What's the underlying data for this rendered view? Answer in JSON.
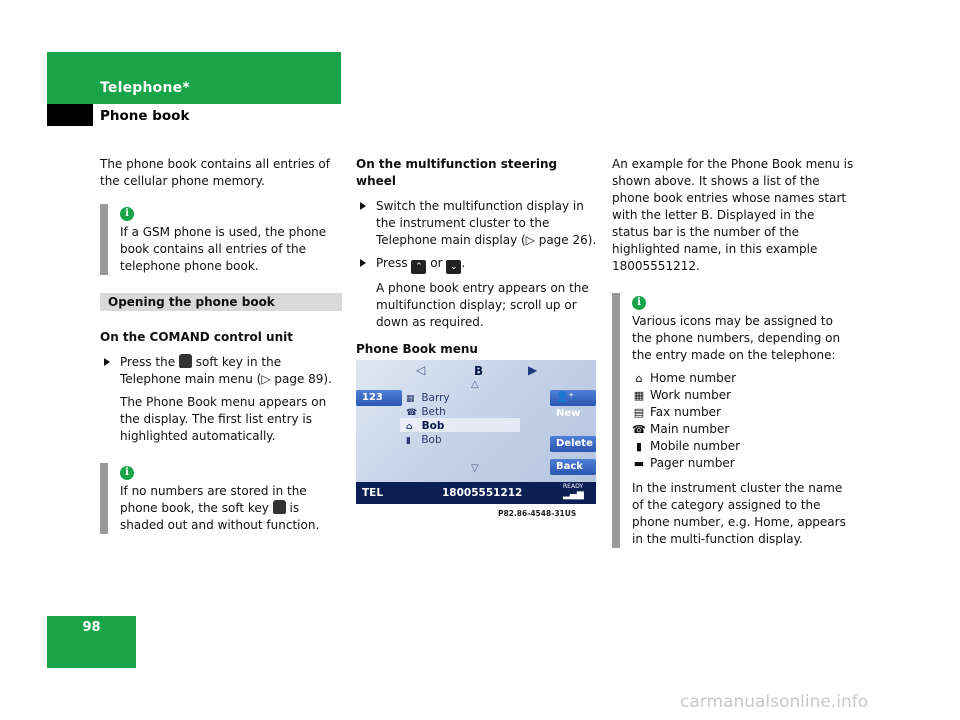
{
  "header": {
    "chapter": "Telephone*",
    "section": "Phone book"
  },
  "col1": {
    "intro": "The phone book contains all entries of the cellular phone memory.",
    "info1": "If a GSM phone is used, the phone book contains all entries of the telephone phone book.",
    "opening_heading": "Opening the phone book",
    "comand_heading": "On the COMAND control unit",
    "step1": "Press the soft key in the Telephone main menu (▷ page 89).",
    "step1_result": "The Phone Book menu appears on the display. The first list entry is highlighted automatically.",
    "info2": "If no numbers are stored in the phone book, the soft key is shaded out and without function."
  },
  "col2": {
    "msw_heading": "On the multifunction steering wheel",
    "step1": "Switch the multifunction display in the instrument cluster to the Telephone main display (▷ page 26).",
    "step2_press": "Press",
    "step2_or": "or",
    "step2_result": "A phone book entry appears on the multifunction display; scroll up or down as required.",
    "menu_heading": "Phone Book menu"
  },
  "screen": {
    "letter": "B",
    "btn_123": "123",
    "btn_new": "New",
    "btn_delete": "Delete",
    "btn_back": "Back",
    "names": [
      "Barry",
      "Beth",
      "Bob",
      "Bob"
    ],
    "status_label": "TEL",
    "status_number": "18005551212",
    "status_ready": "READY",
    "caption": "P82.86-4548-31US"
  },
  "col3": {
    "intro": "An example for the Phone Book menu is shown above. It shows a list of the phone book entries whose names start with the letter B. Displayed in the status bar is the number of the highlighted name, in this example 18005551212.",
    "info": "Various icons may be assigned to the phone numbers, depending on the entry made on the telephone:",
    "icons": [
      "Home number",
      "Work number",
      "Fax number",
      "Main number",
      "Mobile number",
      "Pager number"
    ],
    "outro": "In the instrument cluster the name of the category assigned to the phone number, e.g. Home, appears in the multi-function display."
  },
  "page_number": "98",
  "watermark": "carmanualsonline.info"
}
